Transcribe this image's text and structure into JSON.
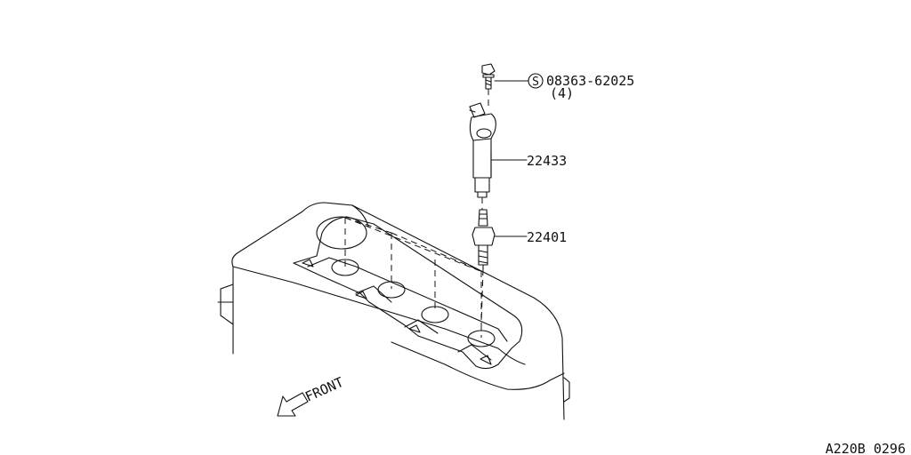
{
  "parts": {
    "bolt_number": "08363-62025",
    "bolt_qty": "(4)",
    "bolt_symbol": "S",
    "coil_number": "22433",
    "plug_number": "22401"
  },
  "front_label": "FRONT",
  "figure_code": "A220B 0296"
}
